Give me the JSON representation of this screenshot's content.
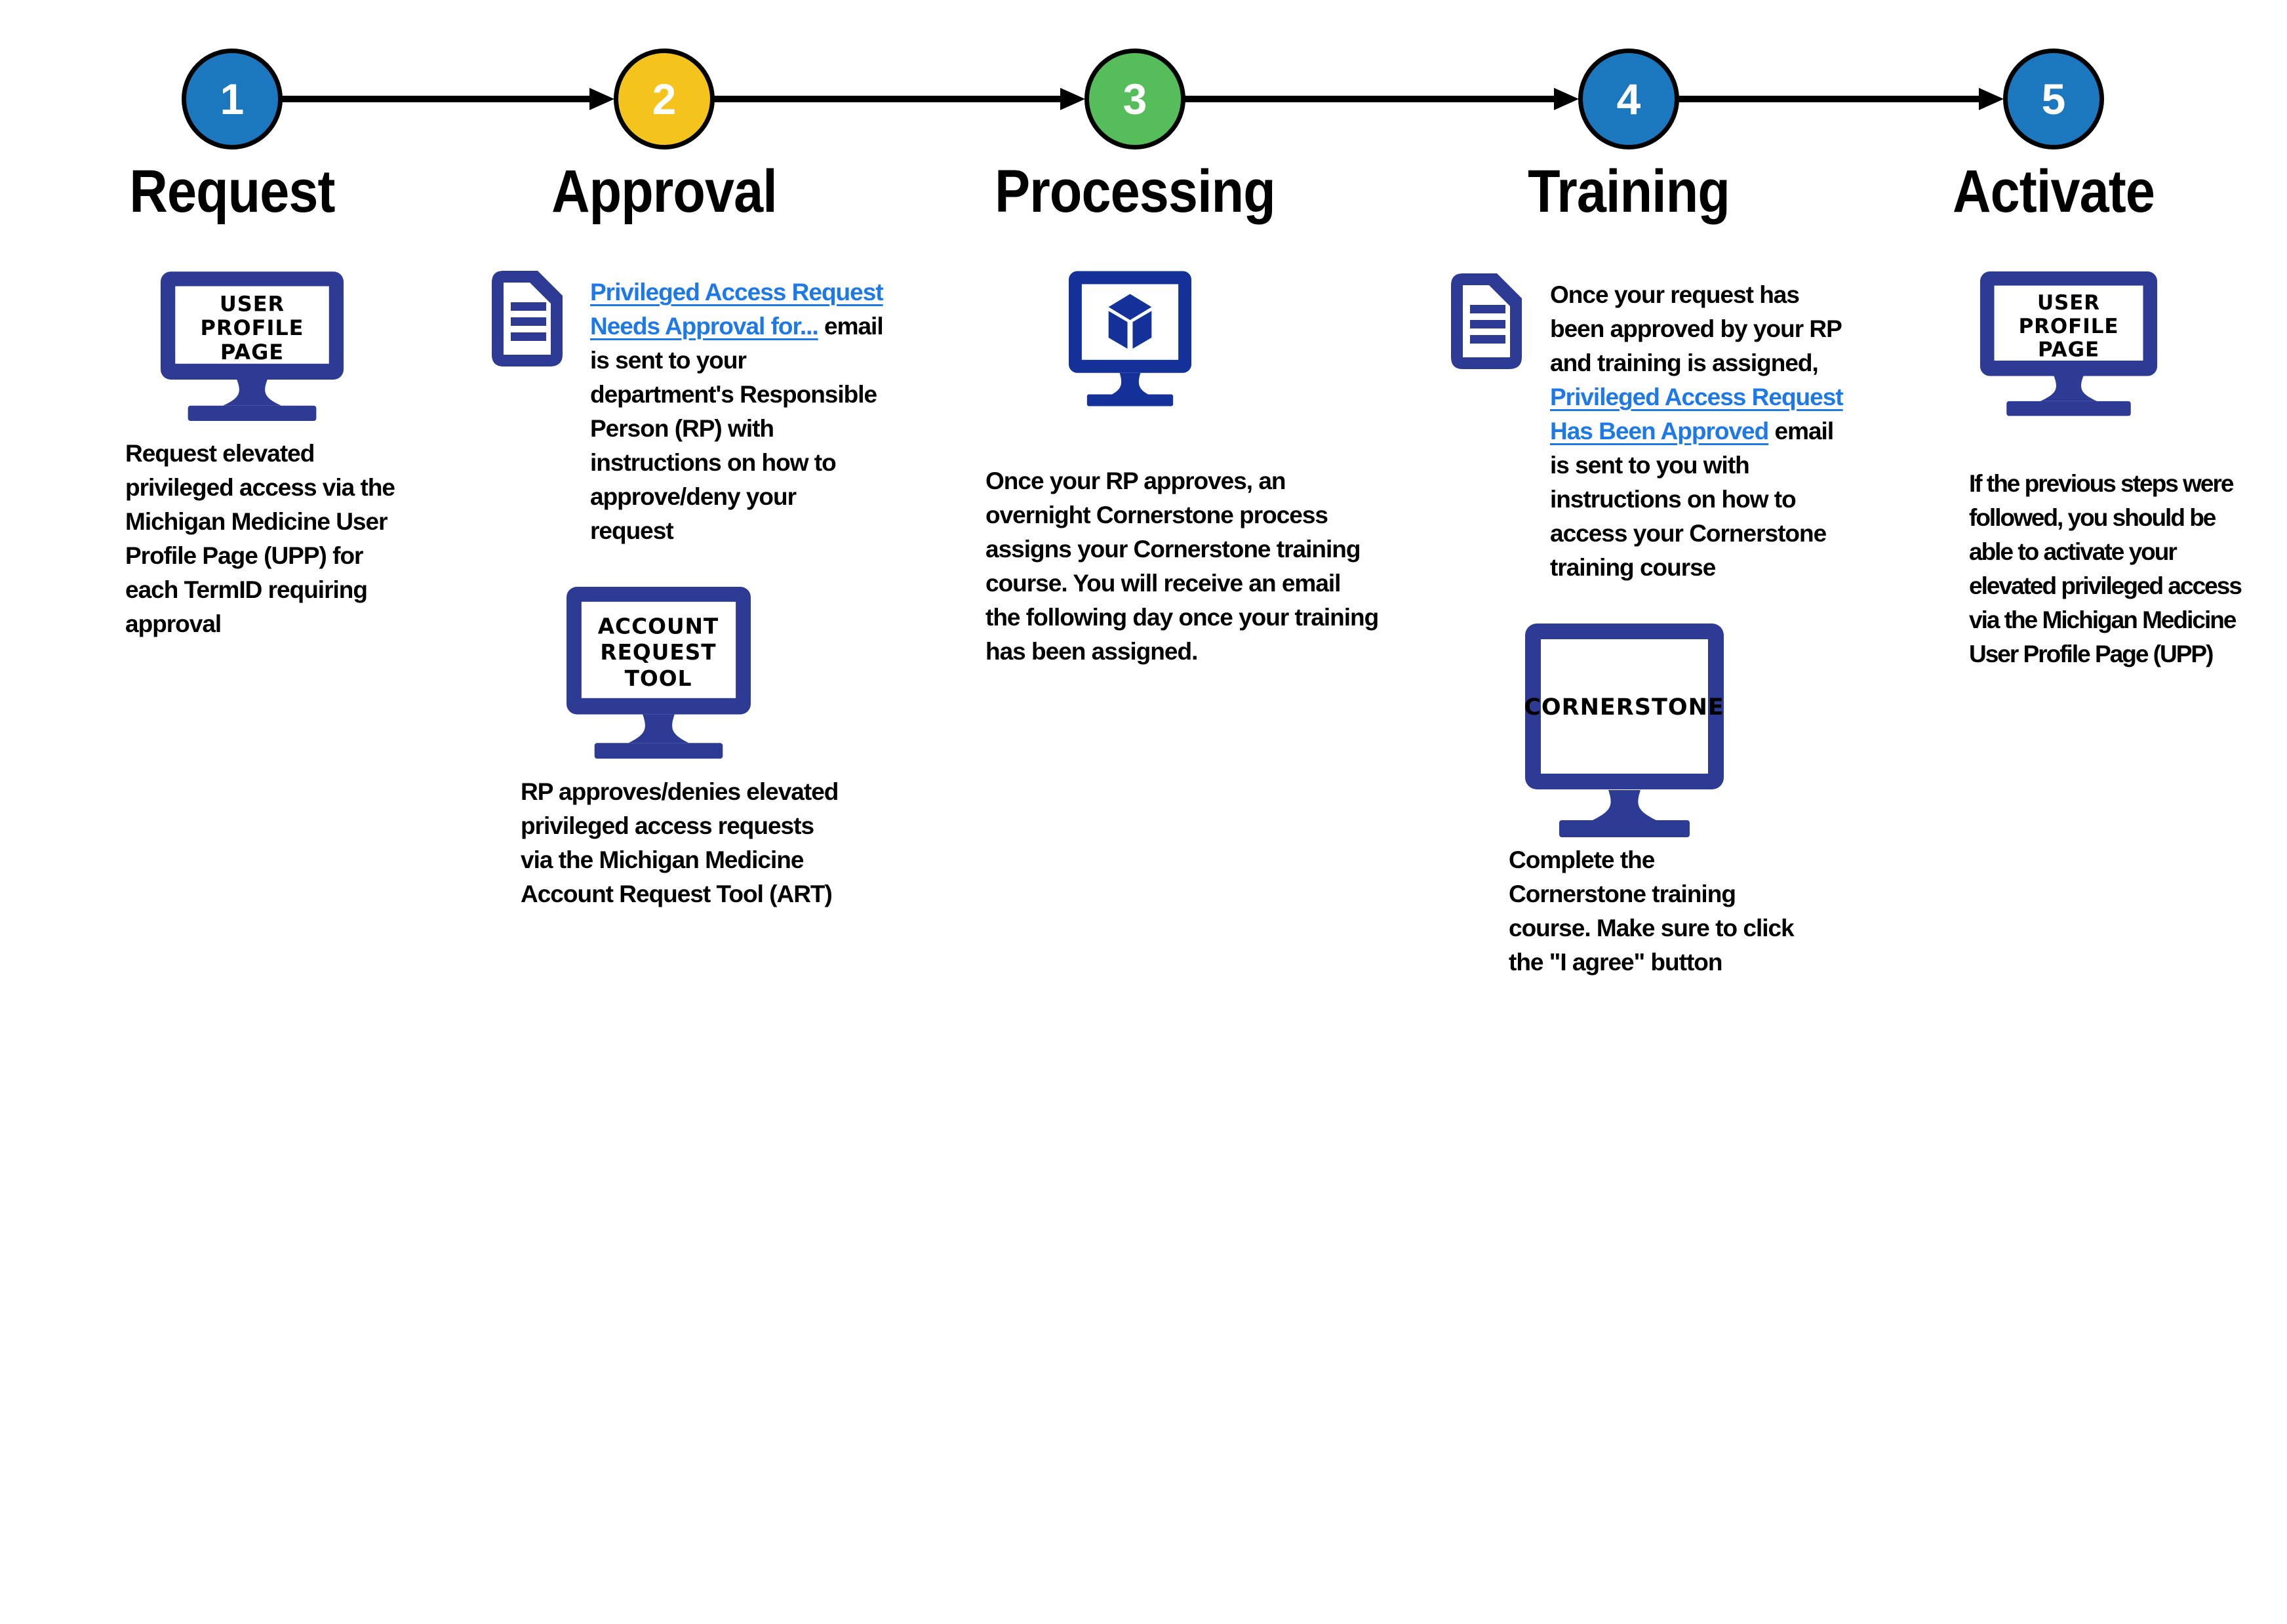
{
  "colors": {
    "bg": "#FFFFFF",
    "text": "#000000",
    "outline": "#000000",
    "circle_blue": "#1B78BE",
    "circle_yellow": "#F5C41C",
    "circle_green": "#55BE5A",
    "icon_navy": "#2E3B94",
    "icon_royal": "#15329B",
    "link_blue": "#1E79E8"
  },
  "steps": [
    {
      "number": "1",
      "label": "Request",
      "circle_color": "#1B78BE",
      "icon": "monitor-icon",
      "monitor": {
        "screen_lines": [
          "USER",
          "PROFILE",
          "PAGE"
        ]
      },
      "description_lines": [
        "Request elevated",
        "privileged access via the",
        "Michigan Medicine User",
        "Profile Page (UPP) for",
        "each TermID requiring",
        "approval"
      ]
    },
    {
      "number": "2",
      "label": "Approval",
      "circle_color": "#F5C41C",
      "icons": [
        "document-icon",
        "monitor-icon"
      ],
      "email_note": {
        "link_line1": "Privileged Access Request",
        "link_line2": "Needs Approval for...",
        "after_link": "email",
        "body_lines": [
          "is sent to your",
          "department's Responsible",
          "Person (RP) with",
          "instructions on how to",
          "approve/deny your",
          "request"
        ]
      },
      "monitor": {
        "screen_lines": [
          "ACCOUNT",
          "REQUEST",
          "TOOL"
        ]
      },
      "description_lines": [
        "RP approves/denies elevated",
        "privileged access requests",
        "via the Michigan Medicine",
        "Account Request Tool (ART)"
      ]
    },
    {
      "number": "3",
      "label": "Processing",
      "circle_color": "#55BE5A",
      "icon": "monitor-cube-icon",
      "description_lines": [
        "Once your RP approves, an",
        "overnight Cornerstone process",
        "assigns your Cornerstone training",
        "course. You will receive an email",
        "the following day once your training",
        "has been assigned."
      ]
    },
    {
      "number": "4",
      "label": "Training",
      "circle_color": "#1B78BE",
      "icons": [
        "document-icon",
        "monitor-icon"
      ],
      "email_note": {
        "before_lines": [
          "Once your request has",
          "been approved by your RP",
          "and training is assigned,"
        ],
        "link_line1": "Privileged Access Request",
        "link_line2": "Has Been Approved",
        "after_link": "email",
        "body_lines": [
          "is sent to you with",
          "instructions on how to",
          "access your Cornerstone",
          "training course"
        ]
      },
      "monitor": {
        "screen_lines": [
          "CORNERSTONE"
        ]
      },
      "description_lines": [
        "Complete the",
        "Cornerstone training",
        "course. Make sure to click",
        "the \"I agree\" button"
      ]
    },
    {
      "number": "5",
      "label": "Activate",
      "circle_color": "#1B78BE",
      "icon": "monitor-icon",
      "monitor": {
        "screen_lines": [
          "USER",
          "PROFILE",
          "PAGE"
        ]
      },
      "description_lines": [
        "If the previous steps were",
        "followed, you should be",
        "able to activate your",
        "elevated privileged access",
        "via the Michigan Medicine",
        "User Profile Page (UPP)"
      ]
    }
  ]
}
